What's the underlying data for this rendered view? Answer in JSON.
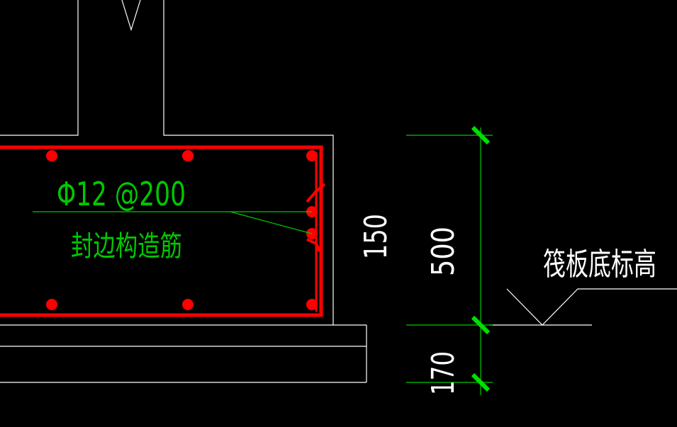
{
  "drawing": {
    "rebar_spec": "Φ12 @200",
    "rebar_note": "封边构造筋",
    "dim_top": "150",
    "dim_middle": "500",
    "dim_bottom": "170",
    "elevation_label": "筏板底标高"
  },
  "colors": {
    "background": "#000000",
    "outline": "#ffffff",
    "rebar": "#ff0000",
    "annotation": "#00c800",
    "dimension_line": "#00c800",
    "tick": "#00e000",
    "dim_text": "#ffffff"
  }
}
